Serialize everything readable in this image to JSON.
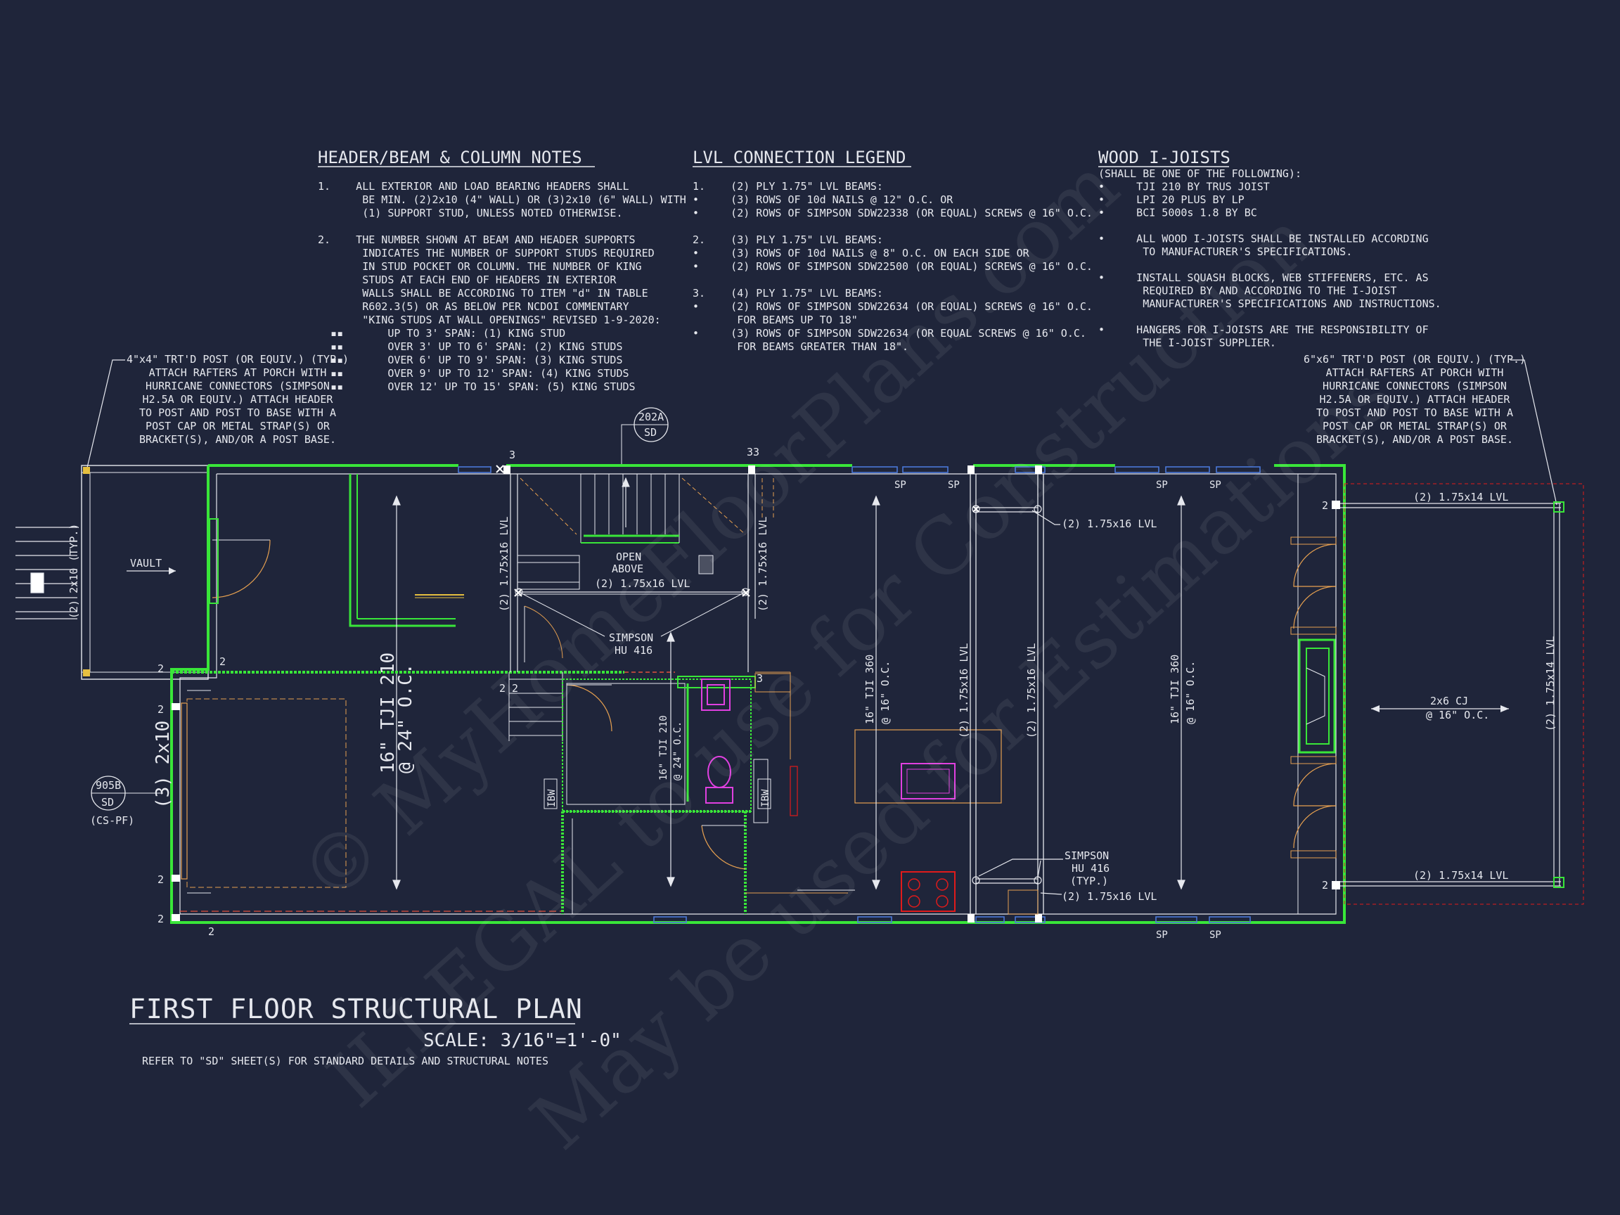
{
  "notes": {
    "header_beam": {
      "title": "HEADER/BEAM & COLUMN NOTES",
      "lines": [
        "1.    ALL EXTERIOR AND LOAD BEARING HEADERS SHALL",
        "       BE MIN. (2)2x10 (4\" WALL) OR (3)2x10 (6\" WALL) WITH",
        "       (1) SUPPORT STUD, UNLESS NOTED OTHERWISE.",
        "",
        "2.    THE NUMBER SHOWN AT BEAM AND HEADER SUPPORTS",
        "       INDICATES THE NUMBER OF SUPPORT STUDS REQUIRED",
        "       IN STUD POCKET OR COLUMN. THE NUMBER OF KING",
        "       STUDS AT EACH END OF HEADERS IN EXTERIOR",
        "       WALLS SHALL BE ACCORDING TO ITEM \"d\" IN TABLE",
        "       R602.3(5) OR AS BELOW PER NCDOI COMMENTARY",
        "       \"KING STUDS AT WALL OPENINGS\" REVISED 1-9-2020:",
        "  ▪▪       UP TO 3' SPAN: (1) KING STUD",
        "  ▪▪       OVER 3' UP TO 6' SPAN: (2) KING STUDS",
        "  ▪▪       OVER 6' UP TO 9' SPAN: (3) KING STUDS",
        "  ▪▪       OVER 9' UP TO 12' SPAN: (4) KING STUDS",
        "  ▪▪       OVER 12' UP TO 15' SPAN: (5) KING STUDS"
      ]
    },
    "lvl_legend": {
      "title": "LVL CONNECTION LEGEND",
      "lines": [
        "1.    (2) PLY 1.75\" LVL BEAMS:",
        "•     (3) ROWS OF 10d NAILS @ 12\" O.C. OR",
        "•     (2) ROWS OF SIMPSON SDW22338 (OR EQUAL) SCREWS @ 16\" O.C.",
        "",
        "2.    (3) PLY 1.75\" LVL BEAMS:",
        "•     (3) ROWS OF 10d NAILS @ 8\" O.C. ON EACH SIDE OR",
        "•     (2) ROWS OF SIMPSON SDW22500 (OR EQUAL) SCREWS @ 16\" O.C.",
        "",
        "3.    (4) PLY 1.75\" LVL BEAMS:",
        "•     (2) ROWS OF SIMPSON SDW22634 (OR EQUAL) SCREWS @ 16\" O.C.",
        "       FOR BEAMS UP TO 18\"",
        "•     (3) ROWS OF SIMPSON SDW22634 (OR EQUAL SCREWS @ 16\" O.C.",
        "       FOR BEAMS GREATER THAN 18\"."
      ]
    },
    "i_joists": {
      "title": "WOOD I-JOISTS",
      "lines": [
        "(SHALL BE ONE OF THE FOLLOWING):",
        "•     TJI 210 BY TRUS JOIST",
        "•     LPI 20 PLUS BY LP",
        "•     BCI 5000s 1.8 BY BC",
        "",
        "•     ALL WOOD I-JOISTS SHALL BE INSTALLED ACCORDING",
        "       TO MANUFACTURER'S SPECIFICATIONS.",
        "",
        "•     INSTALL SQUASH BLOCKS, WEB STIFFENERS, ETC. AS",
        "       REQUIRED BY AND ACCORDING TO THE I-JOIST",
        "       MANUFACTURER'S SPECIFICATIONS AND INSTRUCTIONS.",
        "",
        "•     HANGERS FOR I-JOISTS ARE THE RESPONSIBILITY OF",
        "       THE I-JOIST SUPPLIER."
      ]
    },
    "left_post": [
      "4\"x4\" TRT'D POST (OR EQUIV.) (TYP.)",
      "ATTACH RAFTERS AT PORCH WITH",
      "HURRICANE CONNECTORS (SIMPSON",
      "H2.5A OR EQUIV.) ATTACH HEADER",
      "TO POST AND POST TO BASE WITH A",
      "POST CAP OR METAL STRAP(S) OR",
      "BRACKET(S), AND/OR A POST BASE."
    ],
    "right_post": [
      "6\"x6\" TRT'D POST (OR EQUIV.) (TYP.)",
      "ATTACH RAFTERS AT PORCH WITH",
      "HURRICANE CONNECTORS (SIMPSON",
      "H2.5A OR EQUIV.) ATTACH HEADER",
      "TO POST AND POST TO BASE WITH A",
      "POST CAP OR METAL STRAP(S) OR",
      "BRACKET(S), AND/OR A POST BASE."
    ]
  },
  "plan_labels": {
    "vault": "VAULT",
    "open_above": [
      "OPEN",
      "ABOVE"
    ],
    "lvl_stair": "(2) 1.75x16 LVL",
    "lvl_vert": "(2) 1.75x16 LVL",
    "lvl_top": "(2) 1.75x16 LVL",
    "lvl_bottom": "(2) 1.75x16 LVL",
    "lvl_porch_top": "(2) 1.75x14 LVL",
    "lvl_porch_bottom": "(2) 1.75x14 LVL",
    "lvl_porch_side": "(2) 1.75x14 LVL",
    "porch_header_left": "(2) 2x10 (TYP.)",
    "header_3x10": "(3) 2x10",
    "simpson1": [
      "SIMPSON",
      "HU 416"
    ],
    "simpson2": [
      "SIMPSON",
      "HU 416",
      "(TYP.)"
    ],
    "joist_left": [
      "16\" TJI 210",
      "@ 24\" O.C."
    ],
    "joist_mid": [
      "16\" TJI 210",
      "@ 24\" O.C."
    ],
    "joist_kitchen": [
      "16\" TJI 360",
      "@ 16\" O.C."
    ],
    "joist_living": [
      "16\" TJI 360",
      "@ 16\" O.C."
    ],
    "cj": [
      "2x6 CJ",
      "@ 16\" O.C."
    ],
    "ibw": "IBW",
    "sp": "SP",
    "detail_202a": [
      "202A",
      "SD"
    ],
    "detail_905b": [
      "905B",
      "SD",
      "(CS-PF)"
    ],
    "studs": {
      "two": "2",
      "three": "3",
      "thirtythree": "33"
    }
  },
  "title_block": {
    "title": "FIRST FLOOR STRUCTURAL PLAN",
    "scale": "SCALE: 3/16\"=1'-0\"",
    "refer": "REFER TO \"SD\" SHEET(S) FOR STANDARD DETAILS AND STRUCTURAL NOTES"
  },
  "watermark": [
    "© MyHomeFloorPlans.com",
    "ILLEGAL to use for Construction",
    "May be used for Estimations"
  ],
  "colors": {
    "background": "#1f253a",
    "ink": "#e6e8ee",
    "bearing_wall": "#39e639",
    "window": "#4a78d8",
    "fixture_magenta": "#e040e0",
    "range_red": "#e01b1b",
    "dashed_beam": "#e0503c"
  }
}
